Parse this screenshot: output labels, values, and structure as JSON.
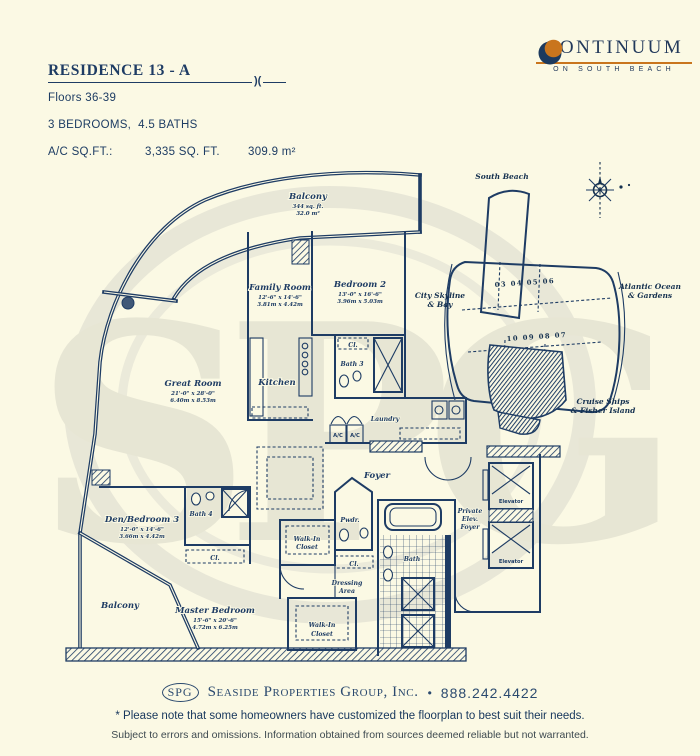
{
  "page": {
    "background": "#FBF9E4",
    "ink": "#1E3C64"
  },
  "header": {
    "title": "RESIDENCE 13 - A",
    "title_deco": ")(",
    "floors": "Floors 36-39",
    "beds_baths": "3 BEDROOMS,  4.5 BATHS",
    "ac_label": "A/C SQ.FT.:",
    "ac_sqft": "3,335 SQ. FT.",
    "ac_sqm": "309.9 m²"
  },
  "brand": {
    "name": "CONTINUUM",
    "tagline": "ON SOUTH BEACH",
    "navy": "#22395B",
    "orange": "#C9751D"
  },
  "watermark": {
    "text": "SPG",
    "color": "#DCDBCB"
  },
  "floorplan": {
    "rooms": {
      "balcony_top": {
        "name": "Balcony",
        "dim_ft": "344 sq. ft.",
        "dim_m": "32.0 m²"
      },
      "family_room": {
        "name": "Family Room",
        "dim_ft": "12'-6\" x 14'-6\"",
        "dim_m": "3.81m x 4.42m"
      },
      "bedroom_2": {
        "name": "Bedroom 2",
        "dim_ft": "13'-0\" x 16'-6\"",
        "dim_m": "3.96m x 5.03m"
      },
      "great_room": {
        "name": "Great Room",
        "dim_ft": "21'-0\" x 28'-0\"",
        "dim_m": "6.40m x 8.53m"
      },
      "kitchen": "Kitchen",
      "bath_3": "Bath 3",
      "laundry": "Laundry",
      "ac_closet": "A/C",
      "closet_abbr": "Cl.",
      "foyer": "Foyer",
      "den_bedroom_3": {
        "name": "Den/Bedroom 3",
        "dim_ft": "12'-0\" x 14'-6\"",
        "dim_m": "3.66m x 4.42m"
      },
      "bath_4": "Bath 4",
      "walk_in_closet": {
        "line1": "Walk-In",
        "line2": "Closet"
      },
      "powder": "Pwdr.",
      "dressing": {
        "line1": "Dressing",
        "line2": "Area"
      },
      "master_bath": "Bath",
      "master_bedroom": {
        "name": "Master Bedroom",
        "dim_ft": "15'-6\" x 20'-6\"",
        "dim_m": "4.72m x 6.25m"
      },
      "balcony_lower": "Balcony",
      "private_foyer": {
        "line1": "Private",
        "line2": "Elev.",
        "line3": "Foyer"
      },
      "elevator": "Elevator"
    }
  },
  "siteplan": {
    "south_beach": "South Beach",
    "city_1": "City Skyline",
    "city_2": "& Bay",
    "ocean_1": "Atlantic Ocean",
    "ocean_2": "& Gardens",
    "cruise_1": "Cruise Ships",
    "cruise_2": "& Fisher Island",
    "units_row_top": "03 04 05 06",
    "units_row_bottom": "10 09 08 07"
  },
  "footer": {
    "logo": "SPG",
    "company": "Seaside Properties Group, Inc.",
    "separator": "•",
    "phone": "888.242.4422",
    "note_1": "* Please note that some homeowners have customized the floorplan to best suit their needs.",
    "note_2": "Subject to errors and omissions. Information obtained from sources deemed reliable but not warranted."
  }
}
